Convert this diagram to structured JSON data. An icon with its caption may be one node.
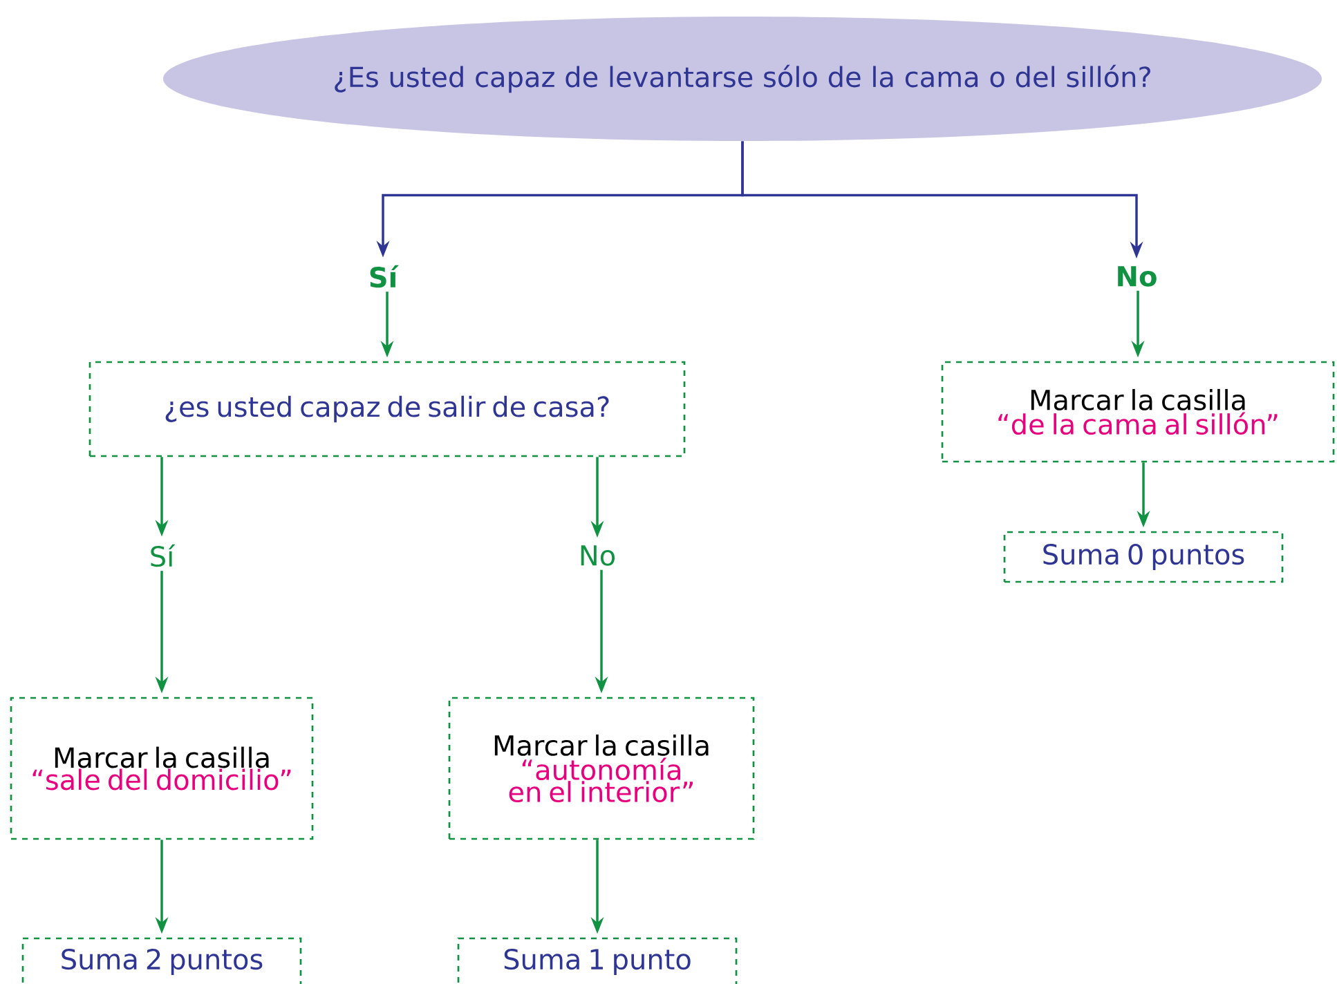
{
  "diagram": {
    "nodes": [
      {
        "text": [
          "¿Es usted capaz de levantarse sólo de la cama o del sillón?"
        ]
      },
      {
        "text": [
          "Sí"
        ]
      },
      {
        "text": [
          "No"
        ]
      },
      {
        "text": [
          "¿es usted capaz de salir de casa?"
        ]
      },
      {
        "text": [
          "Marcar la casilla",
          "“de la cama al sillón”"
        ]
      },
      {
        "text": [
          "Suma 0 puntos"
        ]
      },
      {
        "text": [
          "Sí"
        ]
      },
      {
        "text": [
          "No"
        ]
      },
      {
        "text": [
          "Marcar la casilla",
          "“sale del domicilio”"
        ]
      },
      {
        "text": [
          "Marcar la casilla",
          "“autonomía en el interior”"
        ]
      },
      {
        "text": [
          "Suma 2 puntos"
        ]
      },
      {
        "text": [
          "Suma 1 punto"
        ]
      }
    ],
    "edges": [
      {
        "from": 0,
        "to": 1,
        "arrow": "to",
        "color": "#2e3592"
      },
      {
        "from": 0,
        "to": 2,
        "arrow": "to",
        "color": "#2e3592"
      },
      {
        "from": 1,
        "to": 3,
        "arrow": "to"
      },
      {
        "from": 2,
        "to": 4,
        "arrow": "to"
      },
      {
        "from": 4,
        "to": 5,
        "arrow": "to"
      },
      {
        "from": 3,
        "to": 6,
        "arrow": "to"
      },
      {
        "from": 3,
        "to": 7,
        "arrow": "to"
      },
      {
        "from": 6,
        "to": 8,
        "arrow": "to"
      },
      {
        "from": 7,
        "to": 9,
        "arrow": "to"
      },
      {
        "from": 8,
        "to": 10,
        "arrow": "to"
      },
      {
        "from": 9,
        "to": 11,
        "arrow": "to"
      }
    ]
  }
}
